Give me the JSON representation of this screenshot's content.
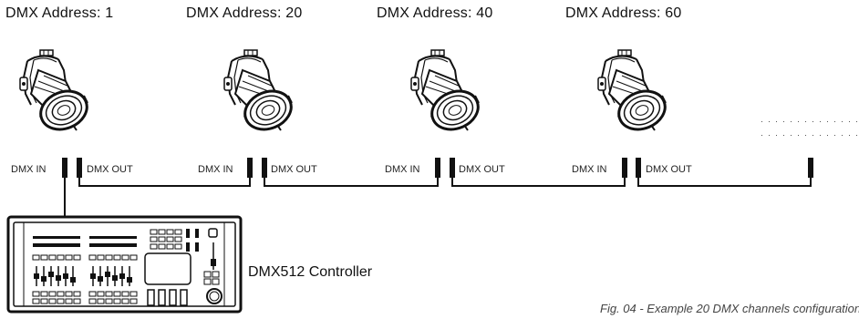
{
  "fixtures": [
    {
      "address_label": "DMX Address: 1",
      "in_label": "DMX IN",
      "out_label": "DMX OUT"
    },
    {
      "address_label": "DMX Address: 20",
      "in_label": "DMX IN",
      "out_label": "DMX OUT"
    },
    {
      "address_label": "DMX Address: 40",
      "in_label": "DMX IN",
      "out_label": "DMX OUT"
    },
    {
      "address_label": "DMX Address: 60",
      "in_label": "DMX IN",
      "out_label": "DMX OUT"
    }
  ],
  "controller": {
    "label": "DMX512 Controller"
  },
  "caption": "Fig. 04 - Example 20 DMX channels configuration",
  "colors": {
    "line": "#111111",
    "text": "#111111",
    "caption": "#444444"
  }
}
